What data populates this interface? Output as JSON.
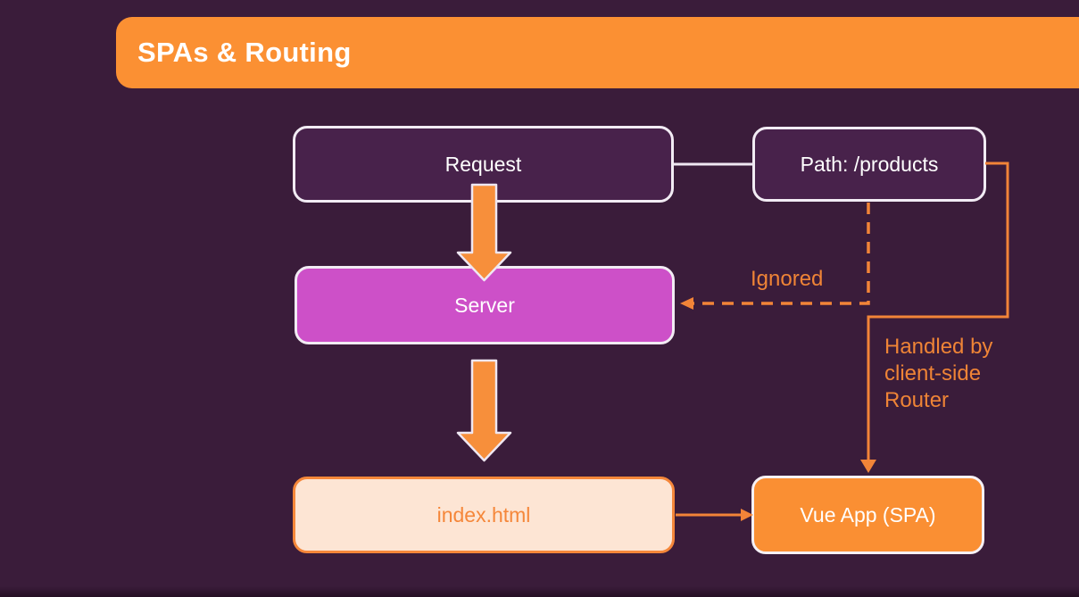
{
  "header": {
    "title": "SPAs & Routing"
  },
  "diagram": {
    "nodes": [
      {
        "id": "request",
        "label": "Request"
      },
      {
        "id": "path",
        "label": "Path: /products"
      },
      {
        "id": "server",
        "label": "Server"
      },
      {
        "id": "index_html",
        "label": "index.html"
      },
      {
        "id": "vue_app",
        "label": "Vue App (SPA)"
      }
    ],
    "edge_labels": {
      "ignored": "Ignored",
      "handled": "Handled by client-side Router"
    },
    "edges": [
      {
        "from": "request",
        "to": "path",
        "style": "solid-light"
      },
      {
        "from": "request",
        "to": "server",
        "style": "block-arrow"
      },
      {
        "from": "path",
        "to": "server",
        "style": "dashed-orange",
        "label": "Ignored"
      },
      {
        "from": "path",
        "to": "vue_app",
        "style": "solid-orange",
        "label": "Handled by client-side Router"
      },
      {
        "from": "server",
        "to": "index_html",
        "style": "block-arrow"
      },
      {
        "from": "index_html",
        "to": "vue_app",
        "style": "solid-orange"
      }
    ]
  },
  "colors": {
    "background": "#3a1c3a",
    "header_orange": "#fb9033",
    "node_dark_purple": "#48224b",
    "node_magenta": "#cd50c8",
    "node_cream": "#fde5d4",
    "node_orange": "#fa8f33",
    "border_light": "#f2ecf4",
    "line_orange": "#f28438",
    "label_orange": "#ef8436",
    "text_white": "#ffffff"
  }
}
